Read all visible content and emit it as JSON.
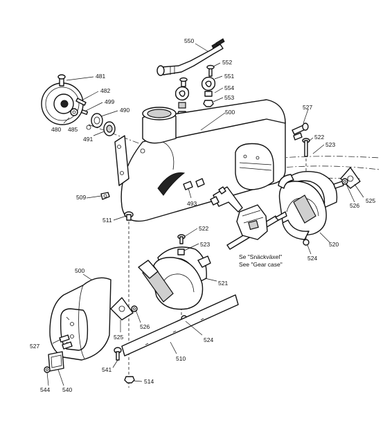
{
  "callouts": [
    {
      "id": "c550",
      "label": "550"
    },
    {
      "id": "c552",
      "label": "552"
    },
    {
      "id": "c551",
      "label": "551"
    },
    {
      "id": "c554",
      "label": "554"
    },
    {
      "id": "c553",
      "label": "553"
    },
    {
      "id": "c481",
      "label": "481"
    },
    {
      "id": "c482",
      "label": "482"
    },
    {
      "id": "c499",
      "label": "499"
    },
    {
      "id": "c490",
      "label": "490"
    },
    {
      "id": "c480",
      "label": "480"
    },
    {
      "id": "c485",
      "label": "485"
    },
    {
      "id": "c491",
      "label": "491"
    },
    {
      "id": "c500a",
      "label": "500"
    },
    {
      "id": "c527a",
      "label": "527"
    },
    {
      "id": "c522a",
      "label": "522"
    },
    {
      "id": "c523a",
      "label": "523"
    },
    {
      "id": "c509",
      "label": "509"
    },
    {
      "id": "c493",
      "label": "493"
    },
    {
      "id": "c511",
      "label": "511"
    },
    {
      "id": "c526a",
      "label": "526"
    },
    {
      "id": "c525a",
      "label": "525"
    },
    {
      "id": "c520",
      "label": "520"
    },
    {
      "id": "c524a",
      "label": "524"
    },
    {
      "id": "c522b",
      "label": "522"
    },
    {
      "id": "c523b",
      "label": "523"
    },
    {
      "id": "c500b",
      "label": "500"
    },
    {
      "id": "c521",
      "label": "521"
    },
    {
      "id": "c526b",
      "label": "526"
    },
    {
      "id": "c525b",
      "label": "525"
    },
    {
      "id": "c527b",
      "label": "527"
    },
    {
      "id": "c524b",
      "label": "524"
    },
    {
      "id": "c510",
      "label": "510"
    },
    {
      "id": "c541",
      "label": "541"
    },
    {
      "id": "c514",
      "label": "514"
    },
    {
      "id": "c544",
      "label": "544"
    },
    {
      "id": "c540",
      "label": "540"
    }
  ],
  "notes": {
    "swedish": "Se \"Snäckväxel\"",
    "english": "See \"Gear case\""
  }
}
